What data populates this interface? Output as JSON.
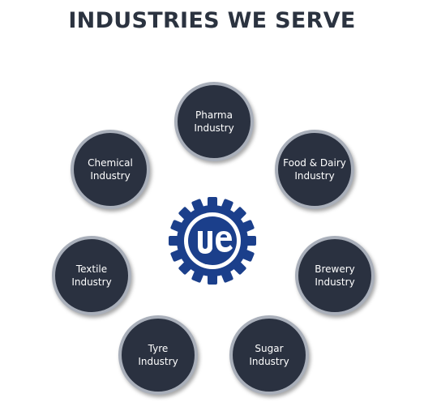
{
  "title": "INDUSTRIES WE SERVE",
  "colors": {
    "circle_fill": "#2a3140",
    "circle_border": "#a9afba",
    "logo_blue": "#1b3f8b",
    "title_color": "#2b3340"
  },
  "center_logo": {
    "icon": "gear-logo-icon",
    "text": "ue"
  },
  "industries": [
    {
      "line1": "Pharma",
      "line2": "Industry"
    },
    {
      "line1": "Food & Dairy",
      "line2": "Industry"
    },
    {
      "line1": "Brewery",
      "line2": "Industry"
    },
    {
      "line1": "Sugar",
      "line2": "Industry"
    },
    {
      "line1": "Tyre",
      "line2": "Industry"
    },
    {
      "line1": "Textile",
      "line2": "Industry"
    },
    {
      "line1": "Chemical",
      "line2": "Industry"
    }
  ]
}
